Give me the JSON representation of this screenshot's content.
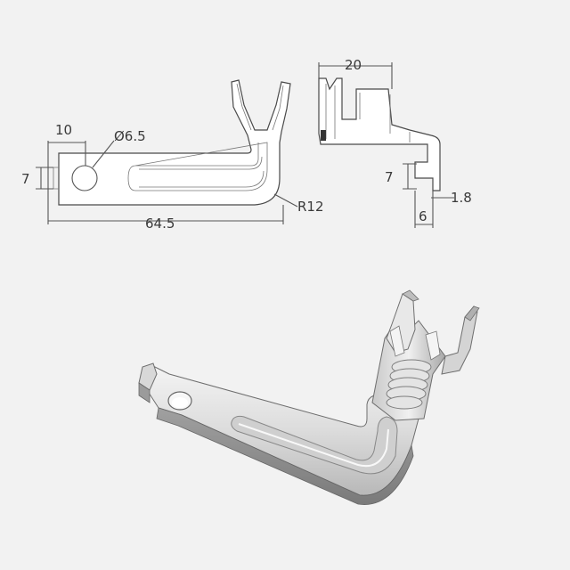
{
  "drawing": {
    "top_view": {
      "dim_width": "10",
      "dim_hole": "Ø6.5",
      "dim_height": "7",
      "dim_length": "64.5",
      "dim_radius": "R12"
    },
    "side_view": {
      "dim_width": "20",
      "dim_height": "7",
      "dim_tab": "6",
      "dim_thickness": "1.8"
    }
  },
  "colors": {
    "background": "#f2f2f2",
    "line": "#4a4a4a",
    "metal_light": "#e6e6e6",
    "metal_dark": "#9a9a9a"
  }
}
